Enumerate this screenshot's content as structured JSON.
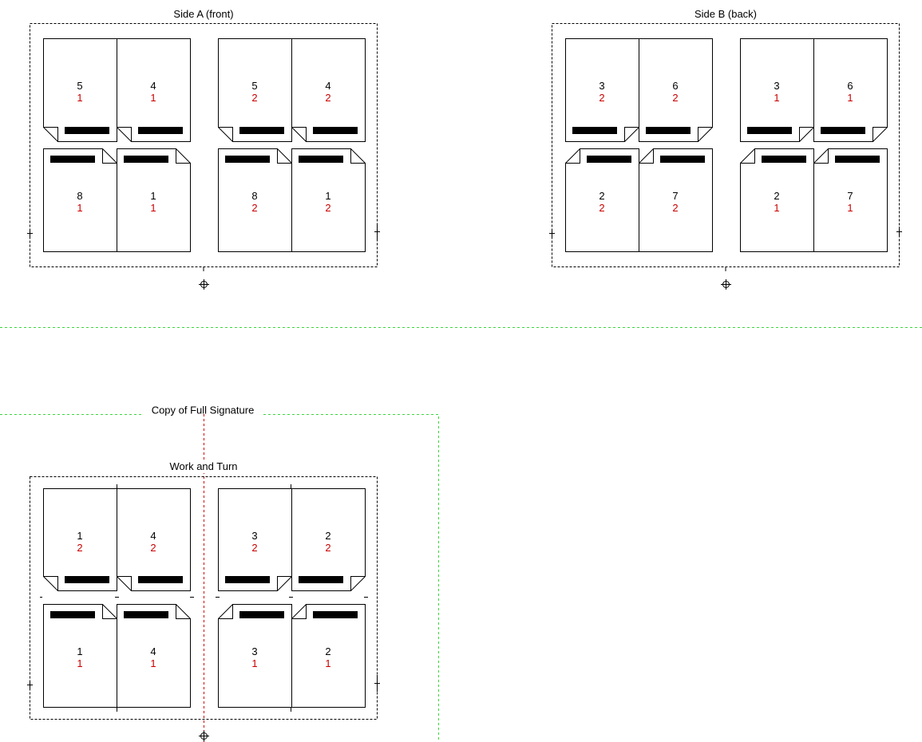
{
  "colors": {
    "ink": "#000000",
    "copy_number": "#cc0000",
    "guide_green": "#3bd63b",
    "guide_red": "#cc0000"
  },
  "sections": [
    {
      "id": "side-a",
      "title": "Side A (front)",
      "groups": [
        {
          "top": [
            {
              "page": "5",
              "copy": "1",
              "fold": "bottom-left"
            },
            {
              "page": "4",
              "copy": "1",
              "fold": "bottom-left"
            }
          ],
          "bottom": [
            {
              "page": "8",
              "copy": "1",
              "fold": "top-right"
            },
            {
              "page": "1",
              "copy": "1",
              "fold": "top-right"
            }
          ]
        },
        {
          "top": [
            {
              "page": "5",
              "copy": "2",
              "fold": "bottom-left"
            },
            {
              "page": "4",
              "copy": "2",
              "fold": "bottom-left"
            }
          ],
          "bottom": [
            {
              "page": "8",
              "copy": "2",
              "fold": "top-right"
            },
            {
              "page": "1",
              "copy": "2",
              "fold": "top-right"
            }
          ]
        }
      ]
    },
    {
      "id": "side-b",
      "title": "Side B (back)",
      "groups": [
        {
          "top": [
            {
              "page": "3",
              "copy": "2",
              "fold": "bottom-right"
            },
            {
              "page": "6",
              "copy": "2",
              "fold": "bottom-right"
            }
          ],
          "bottom": [
            {
              "page": "2",
              "copy": "2",
              "fold": "top-left"
            },
            {
              "page": "7",
              "copy": "2",
              "fold": "top-left"
            }
          ]
        },
        {
          "top": [
            {
              "page": "3",
              "copy": "1",
              "fold": "bottom-right"
            },
            {
              "page": "6",
              "copy": "1",
              "fold": "bottom-right"
            }
          ],
          "bottom": [
            {
              "page": "2",
              "copy": "1",
              "fold": "top-left"
            },
            {
              "page": "7",
              "copy": "1",
              "fold": "top-left"
            }
          ]
        }
      ]
    },
    {
      "id": "work-and-turn",
      "title": "Work and Turn",
      "groups": [
        {
          "top": [
            {
              "page": "1",
              "copy": "2",
              "fold": "bottom-left"
            },
            {
              "page": "4",
              "copy": "2",
              "fold": "bottom-left"
            }
          ],
          "bottom": [
            {
              "page": "1",
              "copy": "1",
              "fold": "top-right"
            },
            {
              "page": "4",
              "copy": "1",
              "fold": "top-right"
            }
          ]
        },
        {
          "top": [
            {
              "page": "3",
              "copy": "2",
              "fold": "bottom-right"
            },
            {
              "page": "2",
              "copy": "2",
              "fold": "bottom-right"
            }
          ],
          "bottom": [
            {
              "page": "3",
              "copy": "1",
              "fold": "top-left"
            },
            {
              "page": "2",
              "copy": "1",
              "fold": "top-left"
            }
          ]
        }
      ]
    }
  ],
  "copy_region": {
    "title": "Copy of Full Signature"
  }
}
